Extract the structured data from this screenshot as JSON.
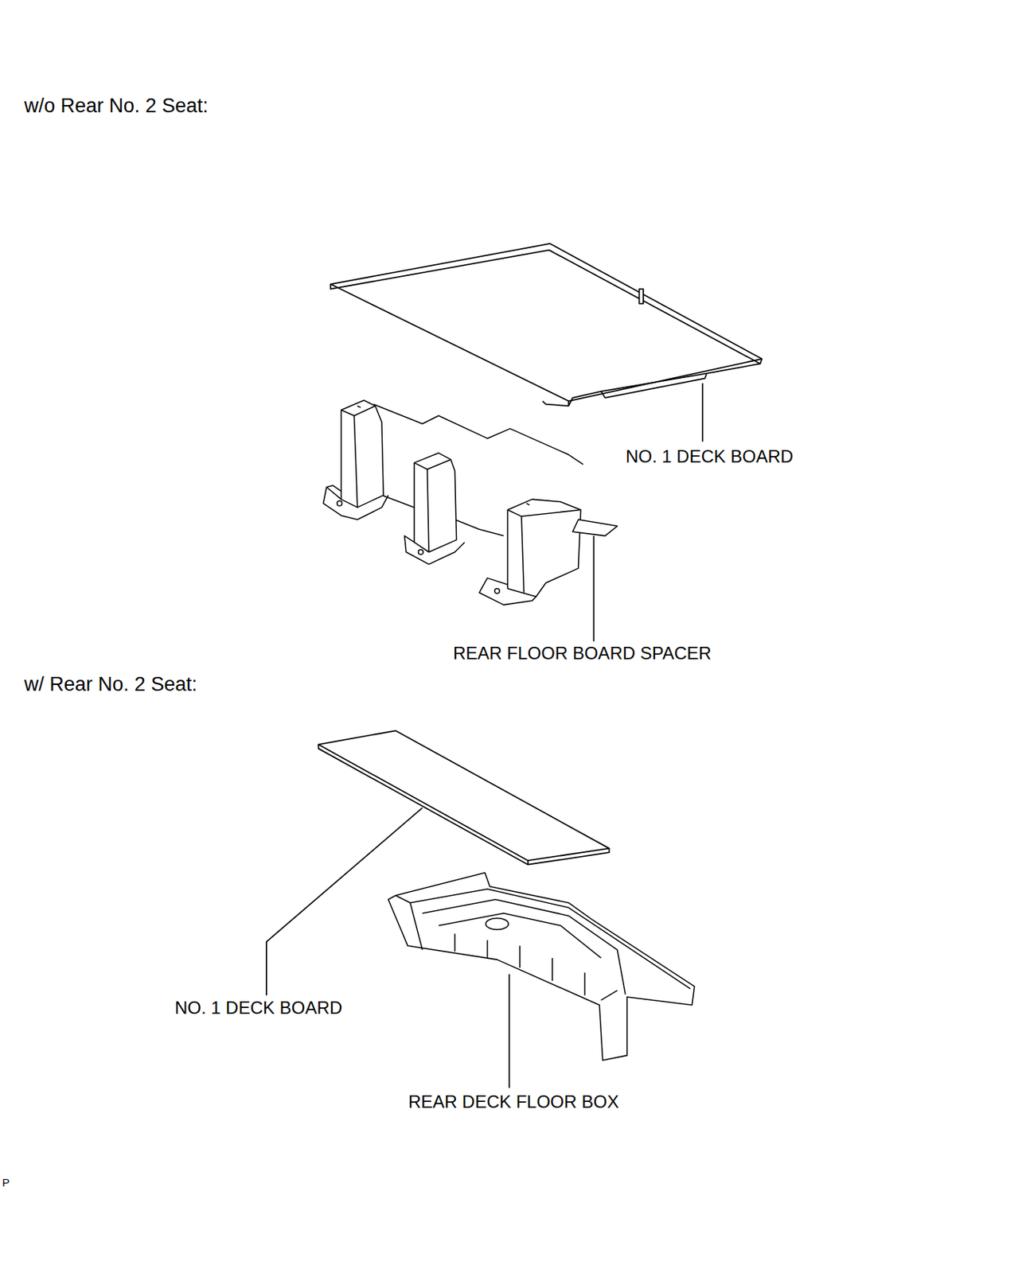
{
  "diagram": {
    "labels": [
      "w/o Rear No. 2 Seat:",
      "NO. 1 DECK BOARD",
      "REAR FLOOR BOARD SPACER",
      "w/ Rear No. 2 Seat:",
      "NO. 1 DECK BOARD",
      "REAR DECK FLOOR BOX",
      "P"
    ]
  }
}
